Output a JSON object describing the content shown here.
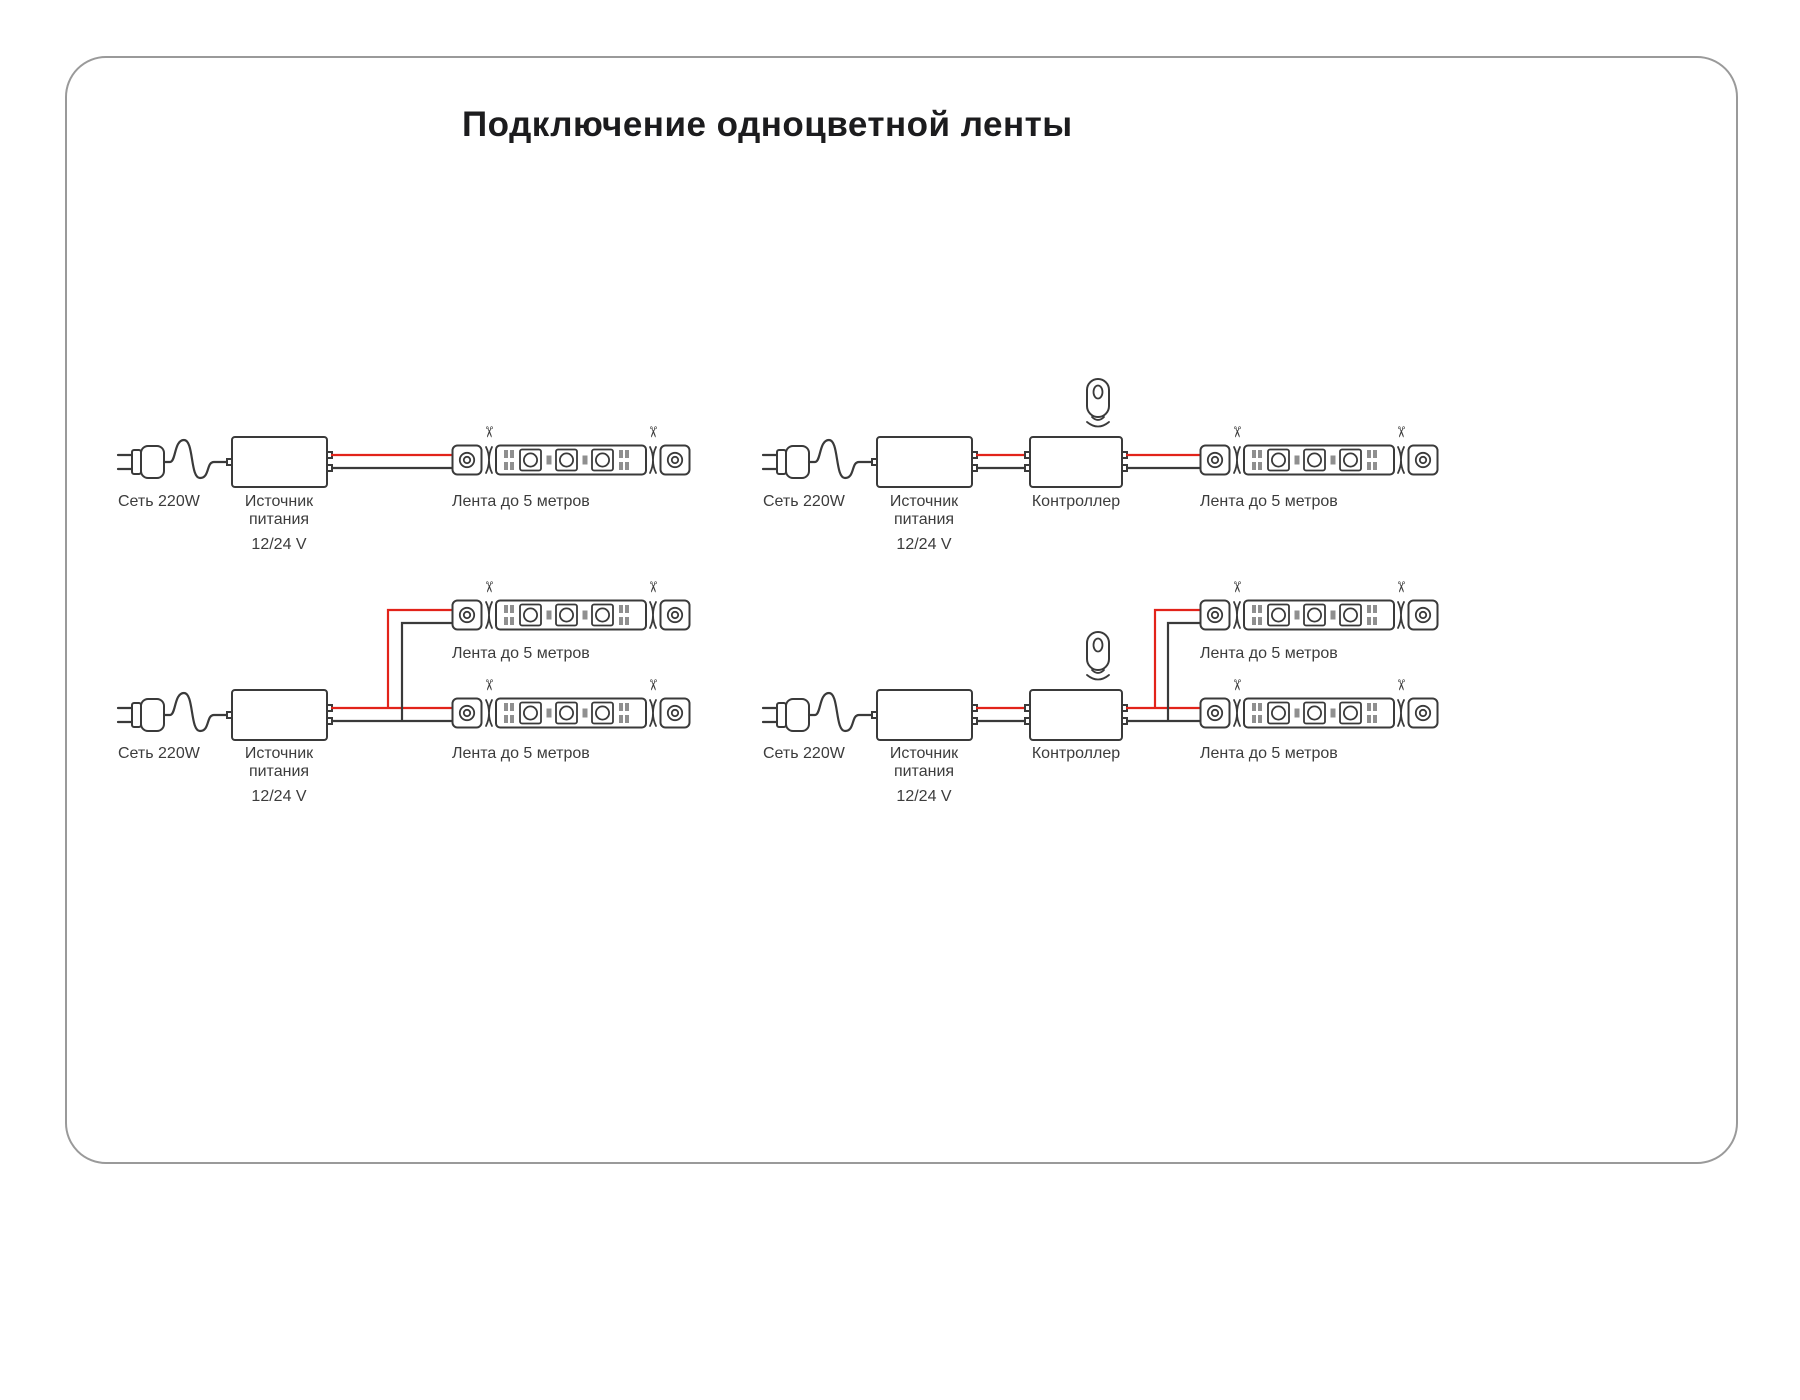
{
  "title": "Подключение одноцветной ленты",
  "icons": {
    "scissors": "✂"
  },
  "colors": {
    "line": "#3a3a3a",
    "wire_red": "#e2231a",
    "border": "#9a9a9a",
    "background": "#ffffff"
  },
  "diagrams": [
    {
      "name": "power-supply-single-strip",
      "mains": "Сеть 220W",
      "psu_line1": "Источник",
      "psu_line2": "питания",
      "voltage": "12/24 V",
      "strips": [
        "Лента до 5 метров"
      ]
    },
    {
      "name": "power-supply-controller-single-strip",
      "mains": "Сеть 220W",
      "psu_line1": "Источник",
      "psu_line2": "питания",
      "voltage": "12/24 V",
      "controller": "Контроллер",
      "strips": [
        "Лента до 5 метров"
      ]
    },
    {
      "name": "power-supply-two-strips",
      "mains": "Сеть 220W",
      "psu_line1": "Источник",
      "psu_line2": "питания",
      "voltage": "12/24 V",
      "strips": [
        "Лента до 5 метров",
        "Лента до 5 метров"
      ]
    },
    {
      "name": "power-supply-controller-two-strips",
      "mains": "Сеть 220W",
      "psu_line1": "Источник",
      "psu_line2": "питания",
      "voltage": "12/24 V",
      "controller": "Контроллер",
      "strips": [
        "Лента до 5 метров",
        "Лента до 5 метров"
      ]
    }
  ]
}
